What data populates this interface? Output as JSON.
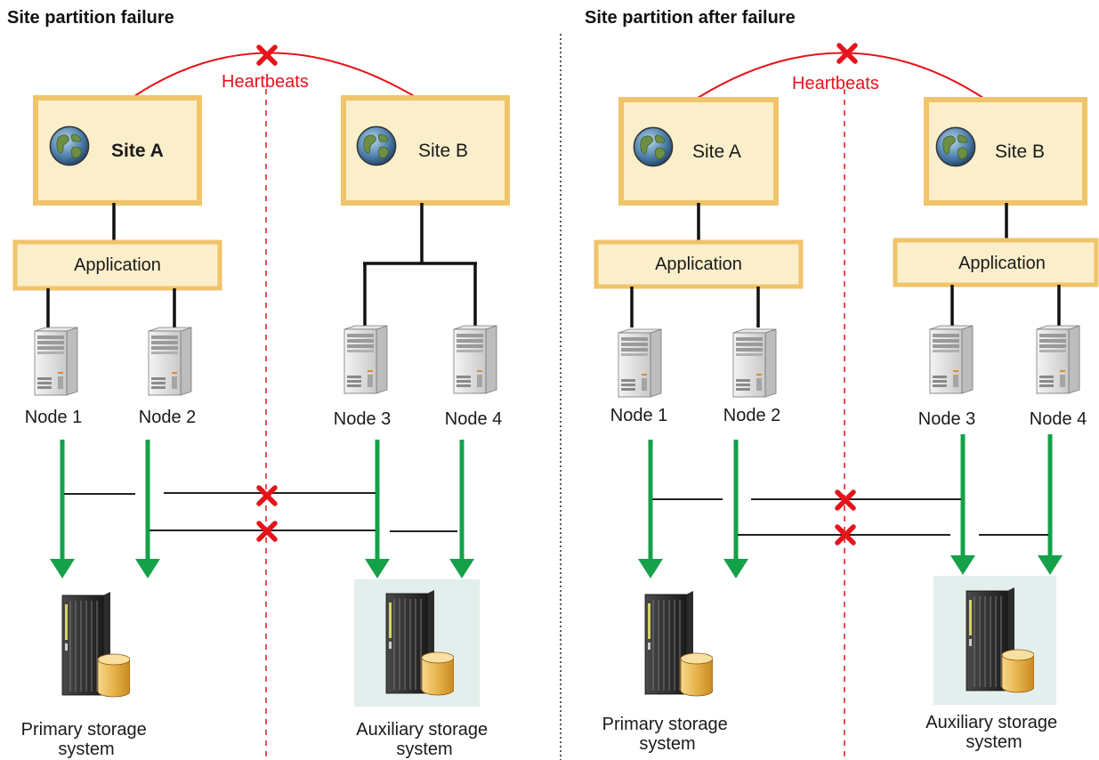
{
  "panels": [
    {
      "title": "Site partition failure",
      "heartbeats_label": "Heartbeats",
      "site_a_label": "Site A",
      "site_b_label": "Site B",
      "application_label": "Application",
      "nodes": [
        "Node 1",
        "Node 2",
        "Node 3",
        "Node 4"
      ],
      "primary_storage": [
        "Primary storage",
        "system"
      ],
      "auxiliary_storage": [
        "Auxiliary storage",
        "system"
      ]
    },
    {
      "title": "Site partition after failure",
      "heartbeats_label": "Heartbeats",
      "site_a_label": "Site A",
      "site_b_label": "Site B",
      "application_a_label": "Application",
      "application_b_label": "Application",
      "nodes": [
        "Node 1",
        "Node 2",
        "Node 3",
        "Node 4"
      ],
      "primary_storage": [
        "Primary storage",
        "system"
      ],
      "auxiliary_storage": [
        "Auxiliary storage",
        "system"
      ]
    }
  ],
  "colors": {
    "heartbeat": "#e5141b",
    "site_box": "#fbeecb",
    "site_border": "#efc46a",
    "arrow": "#14a14a",
    "aux_storage_bg": "#e3efec"
  }
}
